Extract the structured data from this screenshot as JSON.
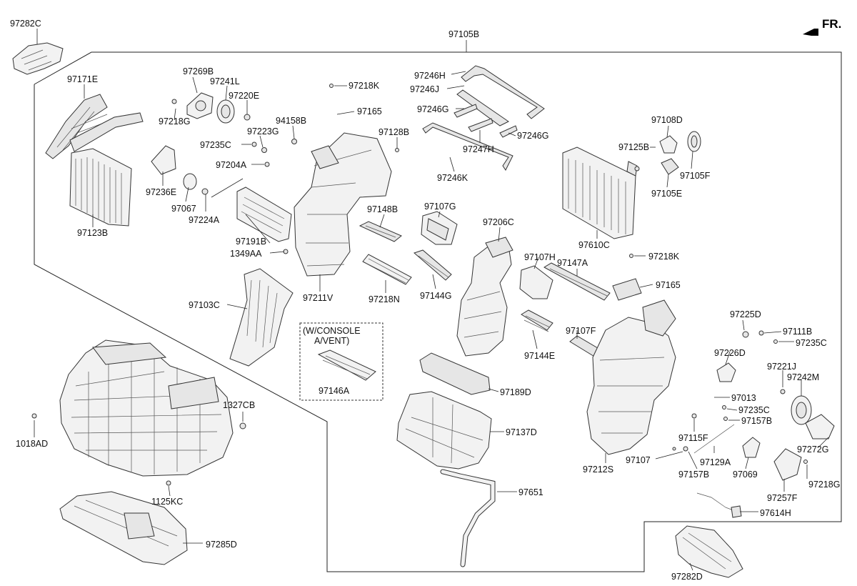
{
  "orientation_label": "FR.",
  "console_note": [
    "(W/CONSOLE",
    "A/VENT)"
  ],
  "labels": {
    "l97282C_top": "97282C",
    "l97105B": "97105B",
    "l97171E": "97171E",
    "l97123B": "97123B",
    "l97269B": "97269B",
    "l97241L": "97241L",
    "l97218G_a": "97218G",
    "l97220E": "97220E",
    "l97218K_a": "97218K",
    "l97165_a": "97165",
    "l94158B": "94158B",
    "l97223G": "97223G",
    "l97235C_a": "97235C",
    "l97128B": "97128B",
    "l97204A": "97204A",
    "l97236E": "97236E",
    "l97067": "97067",
    "l97224A": "97224A",
    "l97246H": "97246H",
    "l97246J": "97246J",
    "l97246G_a": "97246G",
    "l97246G_b": "97246G",
    "l97247H": "97247H",
    "l97246K": "97246K",
    "l97108D": "97108D",
    "l97125B": "97125B",
    "l97105F": "97105F",
    "l97105E": "97105E",
    "l97610C": "97610C",
    "l97148B": "97148B",
    "l97107G": "97107G",
    "l97206C": "97206C",
    "l97191B": "97191B",
    "l1349AA": "1349AA",
    "l97211V": "97211V",
    "l97218N": "97218N",
    "l97144G": "97144G",
    "l97107H": "97107H",
    "l97147A": "97147A",
    "l97218K_b": "97218K",
    "l97165_b": "97165",
    "l97103C": "97103C",
    "l97146A": "97146A",
    "l97107F": "97107F",
    "l97144E": "97144E",
    "l97225D": "97225D",
    "l97111B": "97111B",
    "l97235C_b": "97235C",
    "l97226D": "97226D",
    "l97221J": "97221J",
    "l97242M": "97242M",
    "l97189D": "97189D",
    "l97013": "97013",
    "l97235C_c": "97235C",
    "l97157B_a": "97157B",
    "l1327CB": "1327CB",
    "l1018AD": "1018AD",
    "l97137D": "97137D",
    "l97115F": "97115F",
    "l97129A": "97129A",
    "l97272G": "97272G",
    "l97107": "97107",
    "l97212S": "97212S",
    "l97157B_b": "97157B",
    "l97069": "97069",
    "l97218G_b": "97218G",
    "l97257F": "97257F",
    "l1125KC": "1125KC",
    "l97651": "97651",
    "l97614H": "97614H",
    "l97285D": "97285D",
    "l97282D": "97282D"
  }
}
